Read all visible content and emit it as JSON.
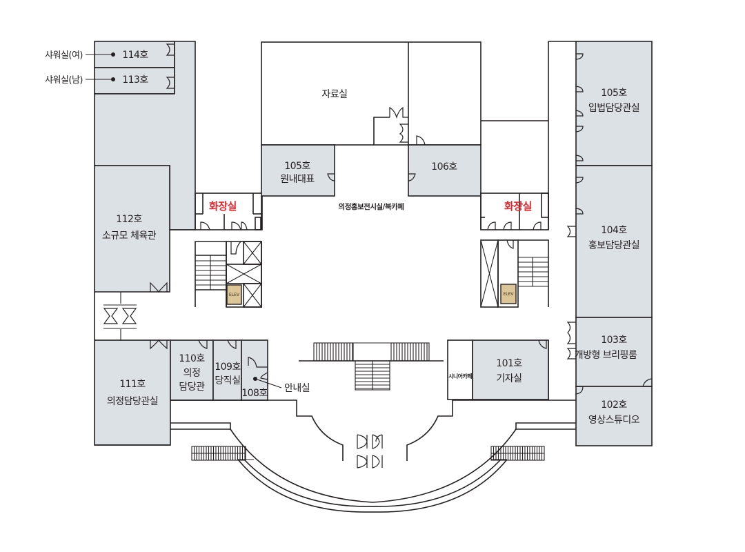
{
  "colors": {
    "room_fill": "#dce1e6",
    "wall": "#231f20",
    "restroom_label": "#e8262c",
    "elevator_fill": "#dcc597",
    "background": "#ffffff"
  },
  "callouts": {
    "room114": "샤워실(여)",
    "room113": "샤워실(남)",
    "room108": "안내실"
  },
  "rooms": {
    "r114": {
      "number": "114호"
    },
    "r113": {
      "number": "113호"
    },
    "r112": {
      "number": "112호",
      "name": "소규모 체육관"
    },
    "r111": {
      "number": "111호",
      "name": "의정담당관실"
    },
    "r110": {
      "number": "110호",
      "name_line1": "의정",
      "name_line2": "담당관"
    },
    "r109": {
      "number": "109호",
      "name": "당직실"
    },
    "r108": {
      "number": "108호"
    },
    "archive": {
      "name": "자료실"
    },
    "r105w": {
      "number": "105호",
      "name": "원내대표"
    },
    "r106": {
      "number": "106호"
    },
    "hall": {
      "name": "의정홍보전시실/북카페"
    },
    "r105e": {
      "number": "105호",
      "name": "입법담당관실"
    },
    "r104": {
      "number": "104호",
      "name": "홍보담당관실"
    },
    "r103": {
      "number": "103호",
      "name": "개방형 브리핑룸"
    },
    "r102": {
      "number": "102호",
      "name": "영상스튜디오"
    },
    "r101": {
      "number": "101호",
      "name": "기자실"
    },
    "senior_cafe": {
      "name": "시니어카페"
    },
    "restroom_w": {
      "name": "화장실"
    },
    "restroom_e": {
      "name": "화장실"
    }
  },
  "elevators": {
    "label": "ELEV"
  },
  "icons": {
    "door": "door-swing-arc",
    "elevator": "elevator-box",
    "stairs": "stairs-lines",
    "callout_dot": "filled-circle"
  }
}
